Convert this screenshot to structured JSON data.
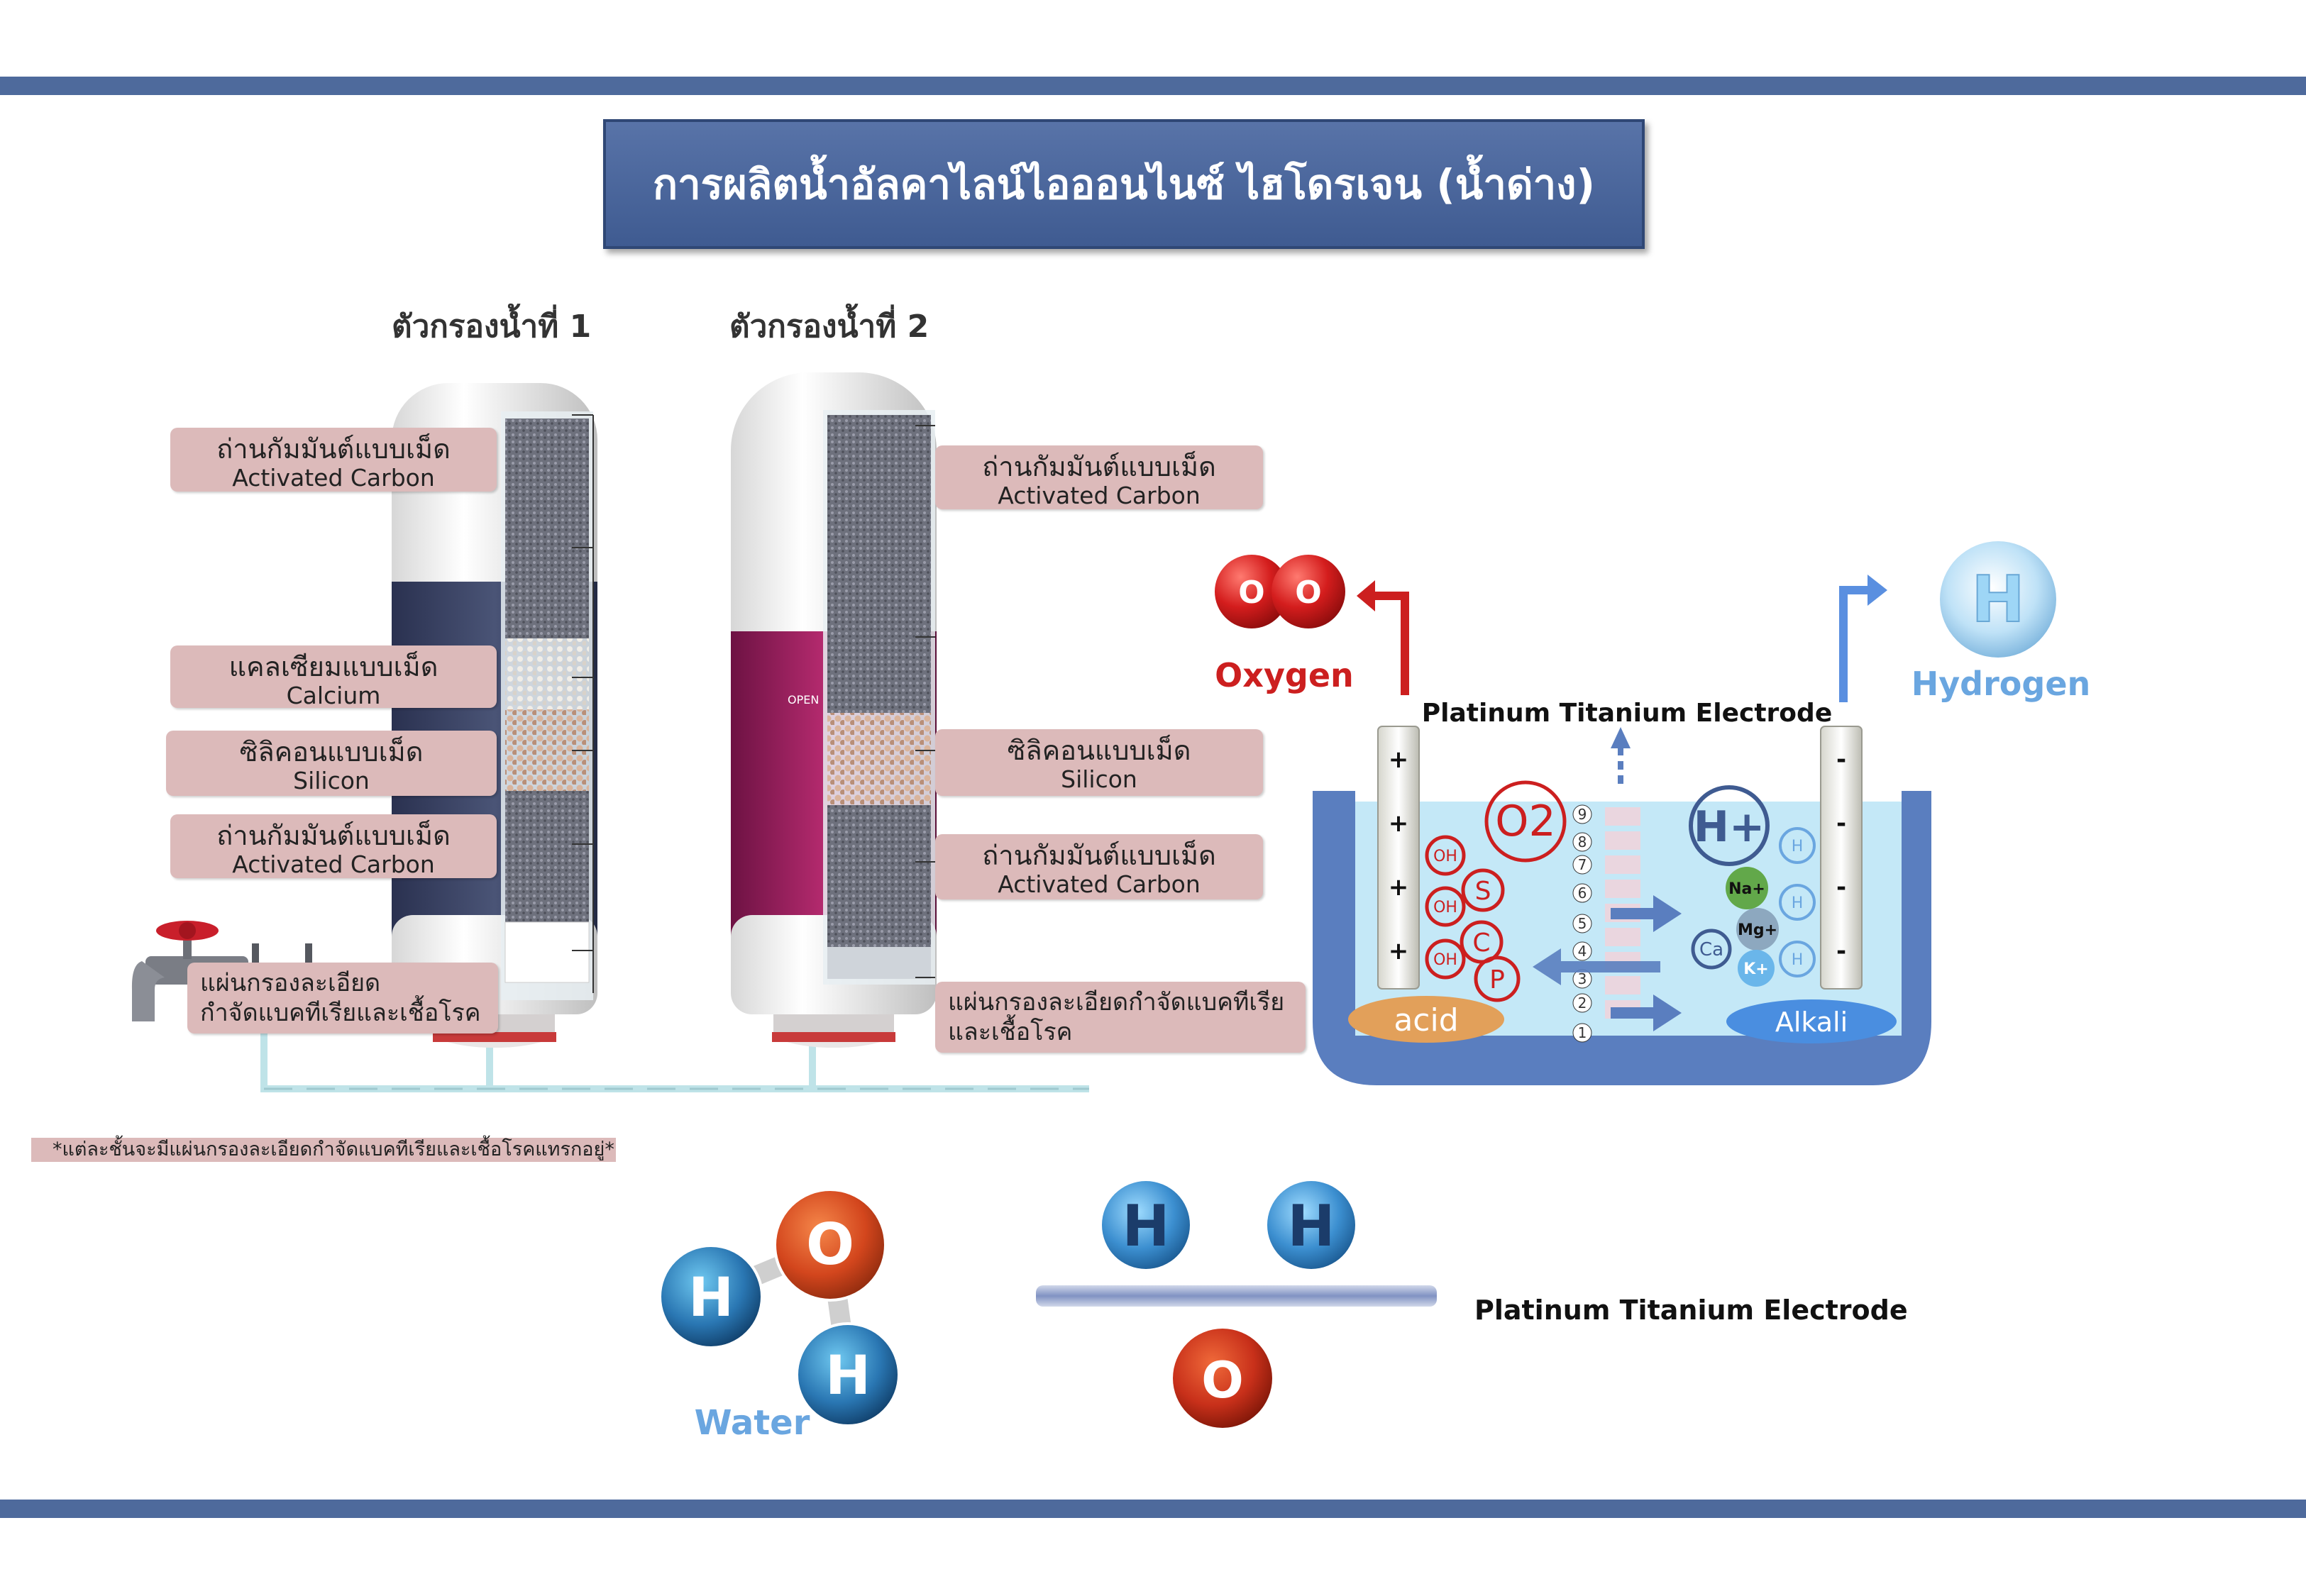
{
  "title": "การผลิตน้ำอัลคาไลน์ไอออนไนซ์ ไฮโดรเจน (น้ำด่าง)",
  "filters": {
    "filter1": {
      "heading": "ตัวกรองน้ำที่ 1",
      "layers": [
        {
          "th": "ถ่านกัมมันต์แบบเม็ด",
          "en": "Activated Carbon"
        },
        {
          "th": "แคลเซียมแบบเม็ด",
          "en": "Calcium"
        },
        {
          "th": "ซิลิคอนแบบเม็ด",
          "en": "Silicon"
        },
        {
          "th": "ถ่านกัมมันต์แบบเม็ด",
          "en": "Activated Carbon"
        }
      ],
      "bottom_line1": "แผ่นกรองละเอียด",
      "bottom_line2": "กำจัดแบคทีเรียและเชื้อโรค"
    },
    "filter2": {
      "heading": "ตัวกรองน้ำที่ 2",
      "layers": [
        {
          "th": "ถ่านกัมมันต์แบบเม็ด",
          "en": "Activated Carbon"
        },
        {
          "th": "ซิลิคอนแบบเม็ด",
          "en": "Silicon"
        },
        {
          "th": "ถ่านกัมมันต์แบบเม็ด",
          "en": "Activated Carbon"
        }
      ],
      "bottom_line1": "แผ่นกรองละเอียดกำจัดแบคทีเรีย",
      "bottom_line2": "และเชื้อโรค",
      "cartridge_label": "OPEN"
    }
  },
  "note": "*แต่ละชั้นจะมีแผ่นกรองละเอียดกำจัดแบคทีเรียและเชื้อโรคแทรกอยู่*",
  "electrolysis": {
    "electrode_title": "Platinum Titanium Electrode",
    "oxygen_label": "Oxygen",
    "hydrogen_label": "Hydrogen",
    "acid_label": "acid",
    "alkali_label": "Alkali",
    "plus_sign": "+",
    "minus_sign": "-",
    "membrane_numbers": [
      "9",
      "8",
      "7",
      "6",
      "5",
      "4",
      "3",
      "2",
      "1"
    ],
    "acid_ions": [
      "O2",
      "OH",
      "S",
      "OH",
      "C",
      "OH",
      "P"
    ],
    "alkali_ions": [
      "H+",
      "Na+",
      "Mg+",
      "Ca",
      "K+",
      "H",
      "H",
      "H"
    ],
    "oxygen_atom": "O",
    "hydrogen_atom": "H"
  },
  "water_molecule": {
    "label": "Water",
    "o": "O",
    "h": "H"
  },
  "bottom_electrode": {
    "label": "Platinum Titanium Electrode",
    "h": "H",
    "o": "O"
  },
  "colors": {
    "navy": "#4e6a9c",
    "label_pink": "#dcbaba",
    "red": "#cc1f1f",
    "blue_text": "#6aa6e0",
    "water_bath": "#c4e8f7",
    "tank": "#5a7ebf"
  }
}
